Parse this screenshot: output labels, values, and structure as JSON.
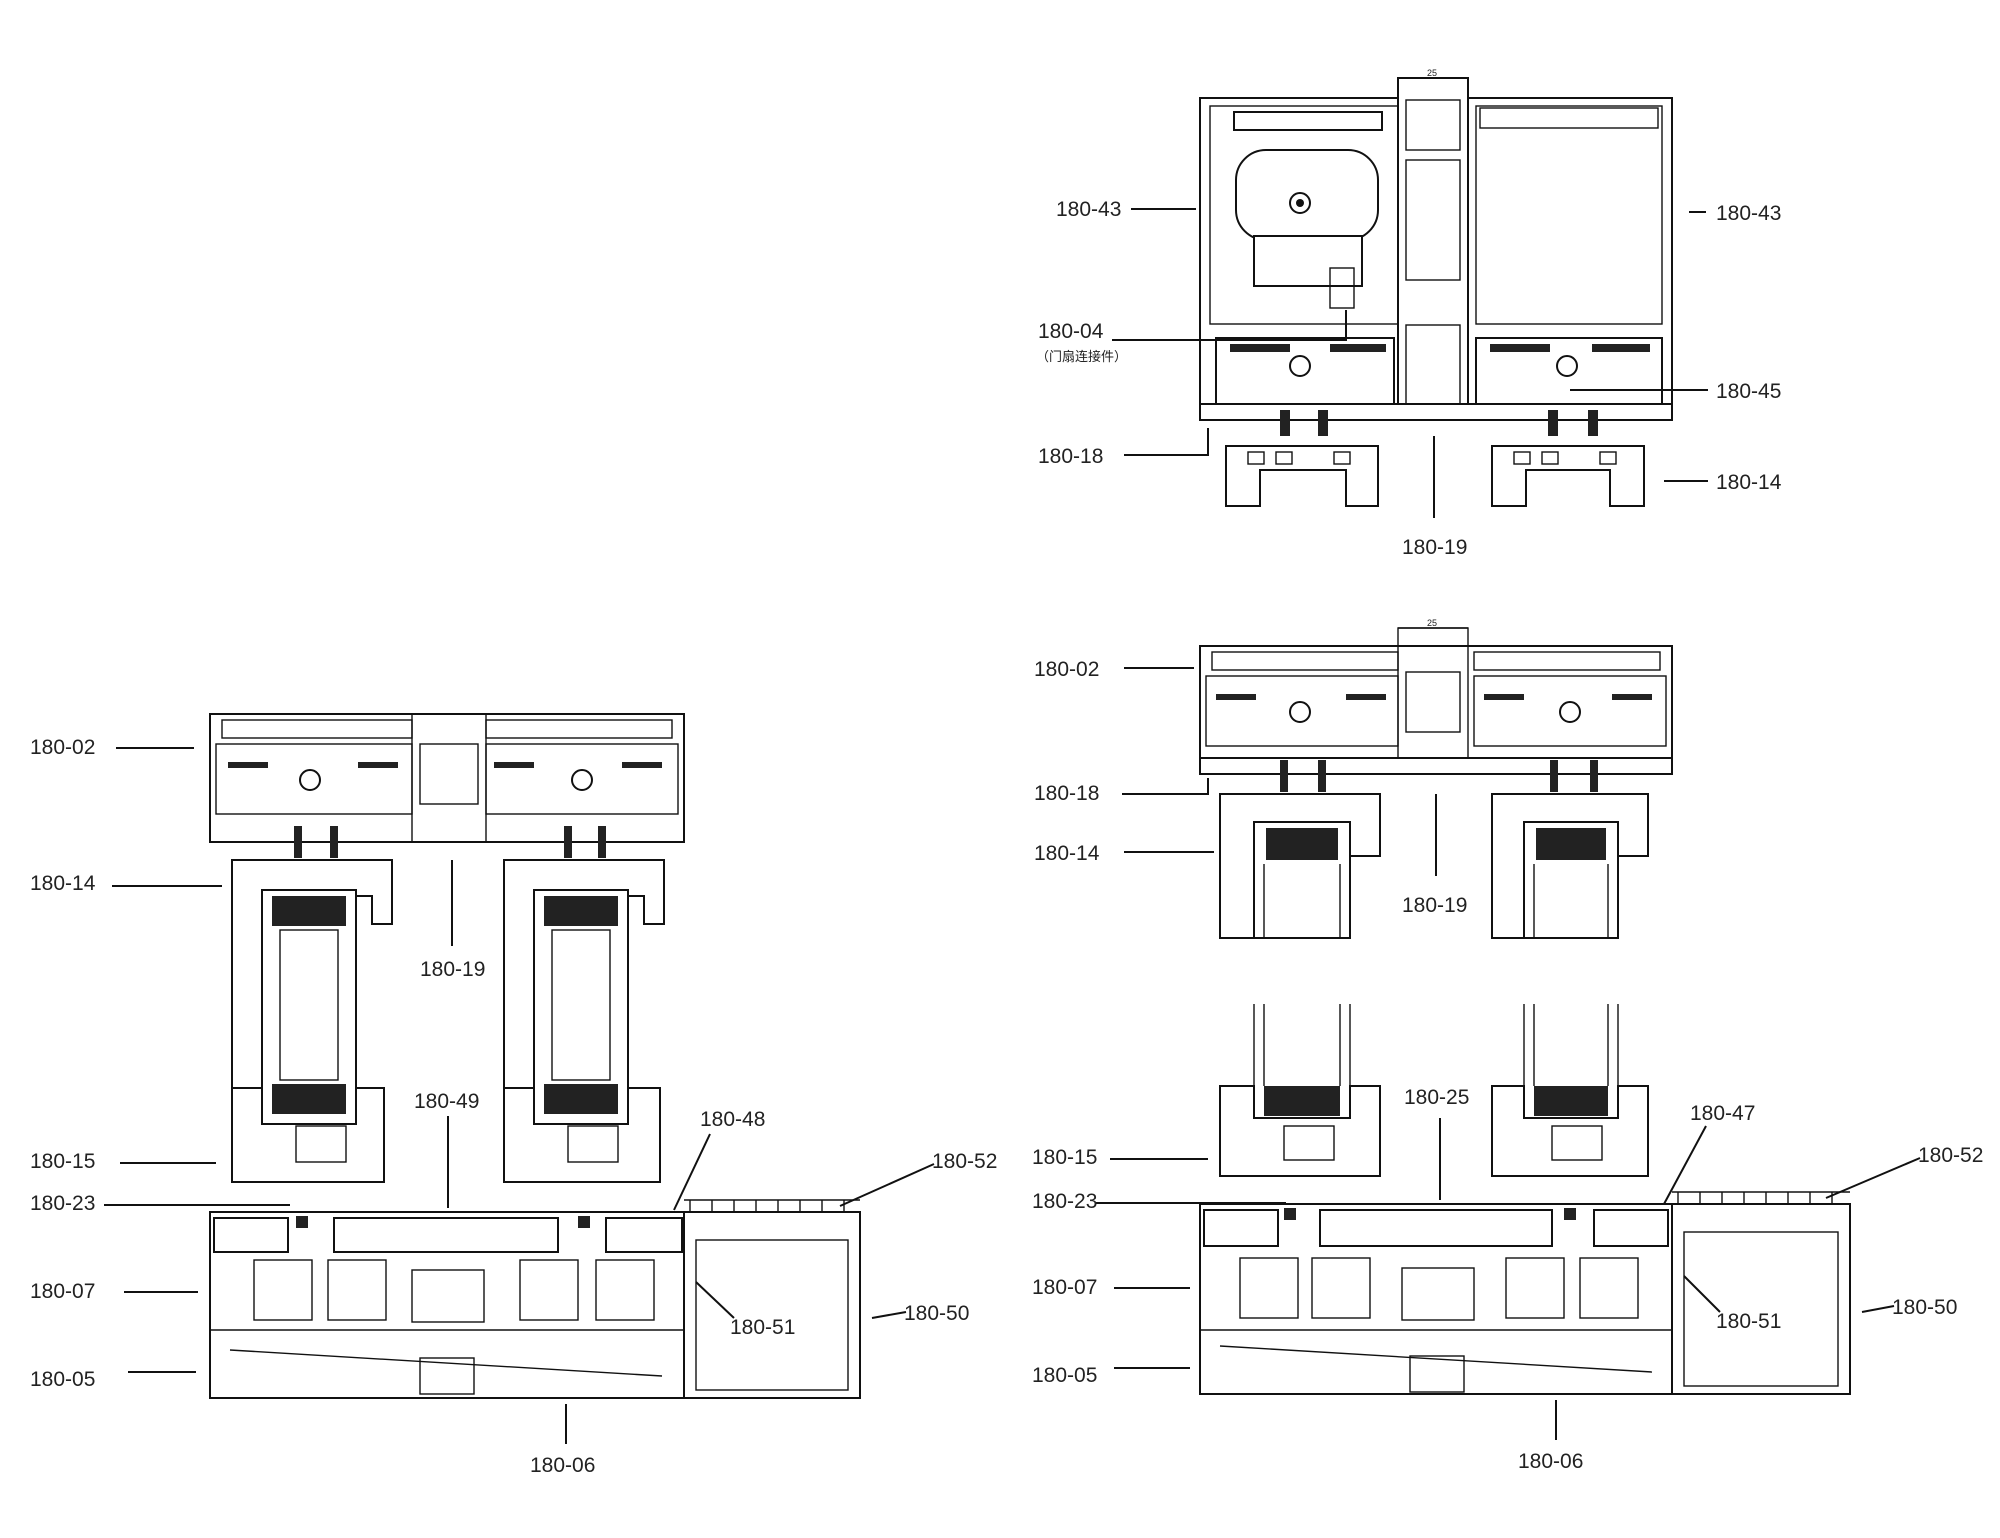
{
  "labels": {
    "a_180_43_left": "180-43",
    "a_180_43_right": "180-43",
    "a_180_04": "180-04",
    "a_180_04_note": "（门扇连接件）",
    "a_180_45": "180-45",
    "a_180_18": "180-18",
    "a_180_14": "180-14",
    "a_180_19": "180-19",
    "a_dim": "25",
    "b_180_02": "180-02",
    "b_180_14": "180-14",
    "b_180_19": "180-19",
    "b_180_49": "180-49",
    "b_180_48": "180-48",
    "b_180_15": "180-15",
    "b_180_23": "180-23",
    "b_180_07": "180-07",
    "b_180_05": "180-05",
    "b_180_52": "180-52",
    "b_180_51": "180-51",
    "b_180_50": "180-50",
    "b_180_06": "180-06",
    "c_180_02": "180-02",
    "c_180_18": "180-18",
    "c_180_14": "180-14",
    "c_180_19": "180-19",
    "c_dim": "25",
    "d_180_25": "180-25",
    "d_180_47": "180-47",
    "d_180_15": "180-15",
    "d_180_23": "180-23",
    "d_180_07": "180-07",
    "d_180_05": "180-05",
    "d_180_52": "180-52",
    "d_180_51": "180-51",
    "d_180_50": "180-50",
    "d_180_06": "180-06"
  }
}
